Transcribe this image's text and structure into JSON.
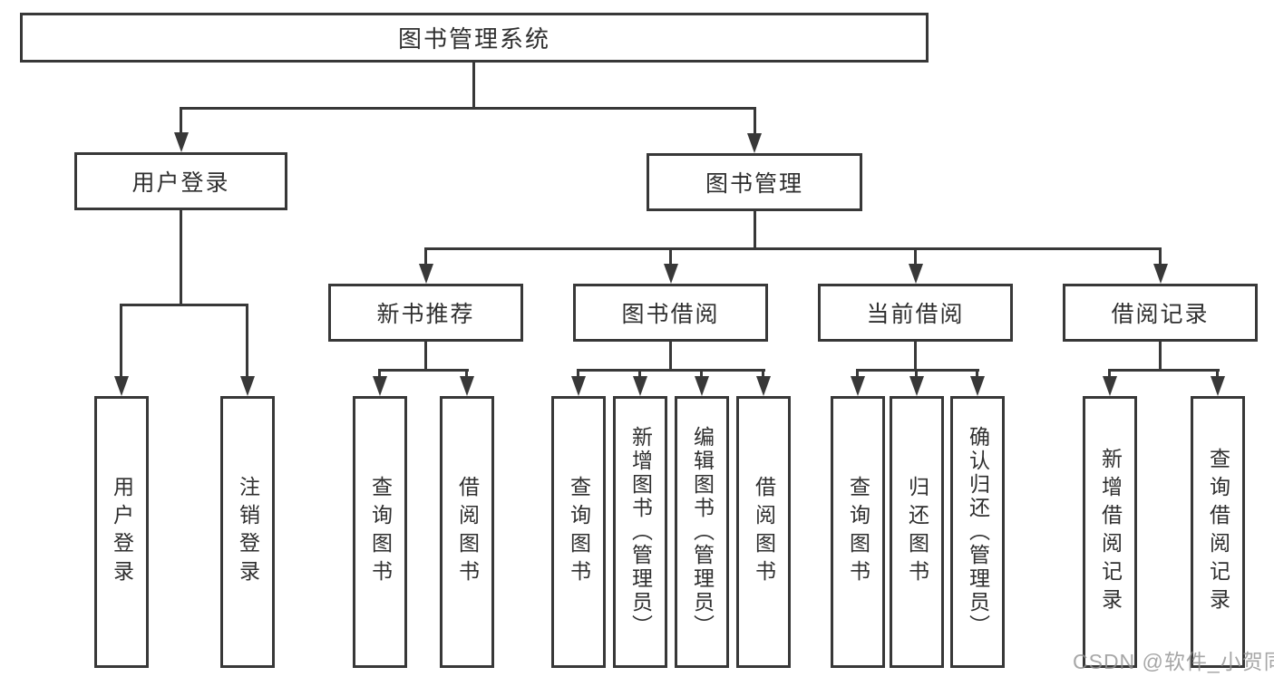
{
  "diagram": {
    "root": {
      "label": "图书管理系统"
    },
    "branches": [
      {
        "label": "用户登录",
        "children": [
          {
            "label": "用户登录"
          },
          {
            "label": "注销登录"
          }
        ]
      },
      {
        "label": "图书管理",
        "children": [
          {
            "label": "新书推荐",
            "children": [
              {
                "label": "查询图书"
              },
              {
                "label": "借阅图书"
              }
            ]
          },
          {
            "label": "图书借阅",
            "children": [
              {
                "label": "查询图书"
              },
              {
                "label": "新增图书（管理员）"
              },
              {
                "label": "编辑图书（管理员）"
              },
              {
                "label": "借阅图书"
              }
            ]
          },
          {
            "label": "当前借阅",
            "children": [
              {
                "label": "查询图书"
              },
              {
                "label": "归还图书"
              },
              {
                "label": "确认归还（管理员）"
              }
            ]
          },
          {
            "label": "借阅记录",
            "children": [
              {
                "label": "新增借阅记录"
              },
              {
                "label": "查询借阅记录"
              }
            ]
          }
        ]
      }
    ],
    "watermark": "CSDN @软件_小贺同学",
    "colors": {
      "line": "#383838",
      "text": "#2f2f2f",
      "watermark": "#919191",
      "background": "#ffffff"
    }
  }
}
